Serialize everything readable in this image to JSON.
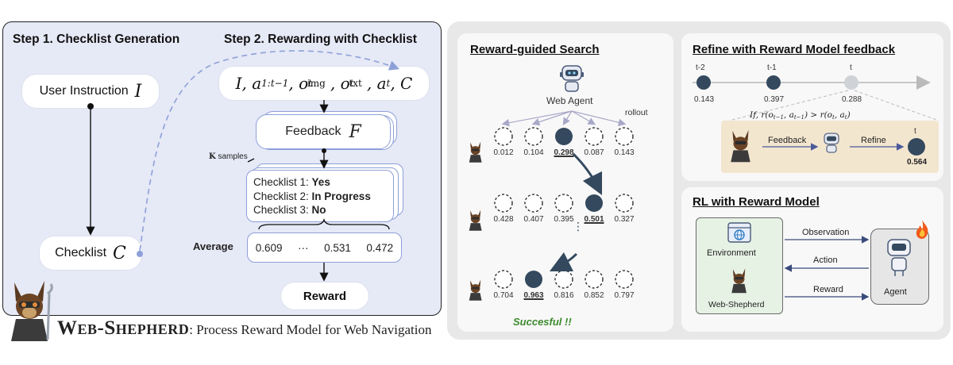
{
  "left": {
    "step1_title": "Step 1. Checklist Generation",
    "step2_title": "Step 2. Rewarding with Checklist",
    "user_instruction_label": "User Instruction",
    "user_instruction_symbol": "I",
    "checklist_label": "Checklist",
    "checklist_symbol": "C",
    "feedback_label": "Feedback",
    "feedback_symbol": "F",
    "k_samples_bold": "K",
    "k_samples_text": "samples",
    "checklist_items": [
      {
        "label": "Checklist 1:",
        "status": "Yes"
      },
      {
        "label": "Checklist 2:",
        "status": "In Progress"
      },
      {
        "label": "Checklist 3:",
        "status": "No"
      }
    ],
    "average_label": "Average",
    "average_values": [
      "0.609",
      "···",
      "0.531",
      "0.472"
    ],
    "reward_label": "Reward"
  },
  "footer": {
    "brand": "Web-Shepherd",
    "subtitle": ": Process Reward Model for Web Navigation"
  },
  "search": {
    "title": "Reward-guided Search",
    "agent_label": "Web Agent",
    "rollout_label": "rollout",
    "rows": [
      {
        "scores": [
          "0.012",
          "0.104",
          "0.298",
          "0.087",
          "0.143"
        ],
        "selected": 2
      },
      {
        "scores": [
          "0.428",
          "0.407",
          "0.395",
          "0.501",
          "0.327"
        ],
        "selected": 3
      },
      {
        "scores": [
          "0.704",
          "0.963",
          "0.816",
          "0.852",
          "0.797"
        ],
        "selected": 1
      }
    ],
    "success_label": "Succesful !!"
  },
  "refine": {
    "title": "Refine with Reward Model feedback",
    "steps": [
      {
        "label": "t-2",
        "score": "0.143"
      },
      {
        "label": "t-1",
        "score": "0.397"
      },
      {
        "label": "t",
        "score": "0.288"
      }
    ],
    "feedback_label": "Feedback",
    "refine_label": "Refine",
    "new_step_label": "t",
    "new_step_score": "0.564"
  },
  "rl": {
    "title": "RL with Reward Model",
    "environment_label": "Environment",
    "shepherd_label": "Web-Shepherd",
    "agent_label": "Agent",
    "observation_label": "Observation",
    "action_label": "Action",
    "reward_label": "Reward"
  },
  "colors": {
    "node_dark": "#34495e",
    "accent_blue": "#8da0d8",
    "success_green": "#3c8a2e",
    "refine_bg": "#f3e6cf"
  }
}
